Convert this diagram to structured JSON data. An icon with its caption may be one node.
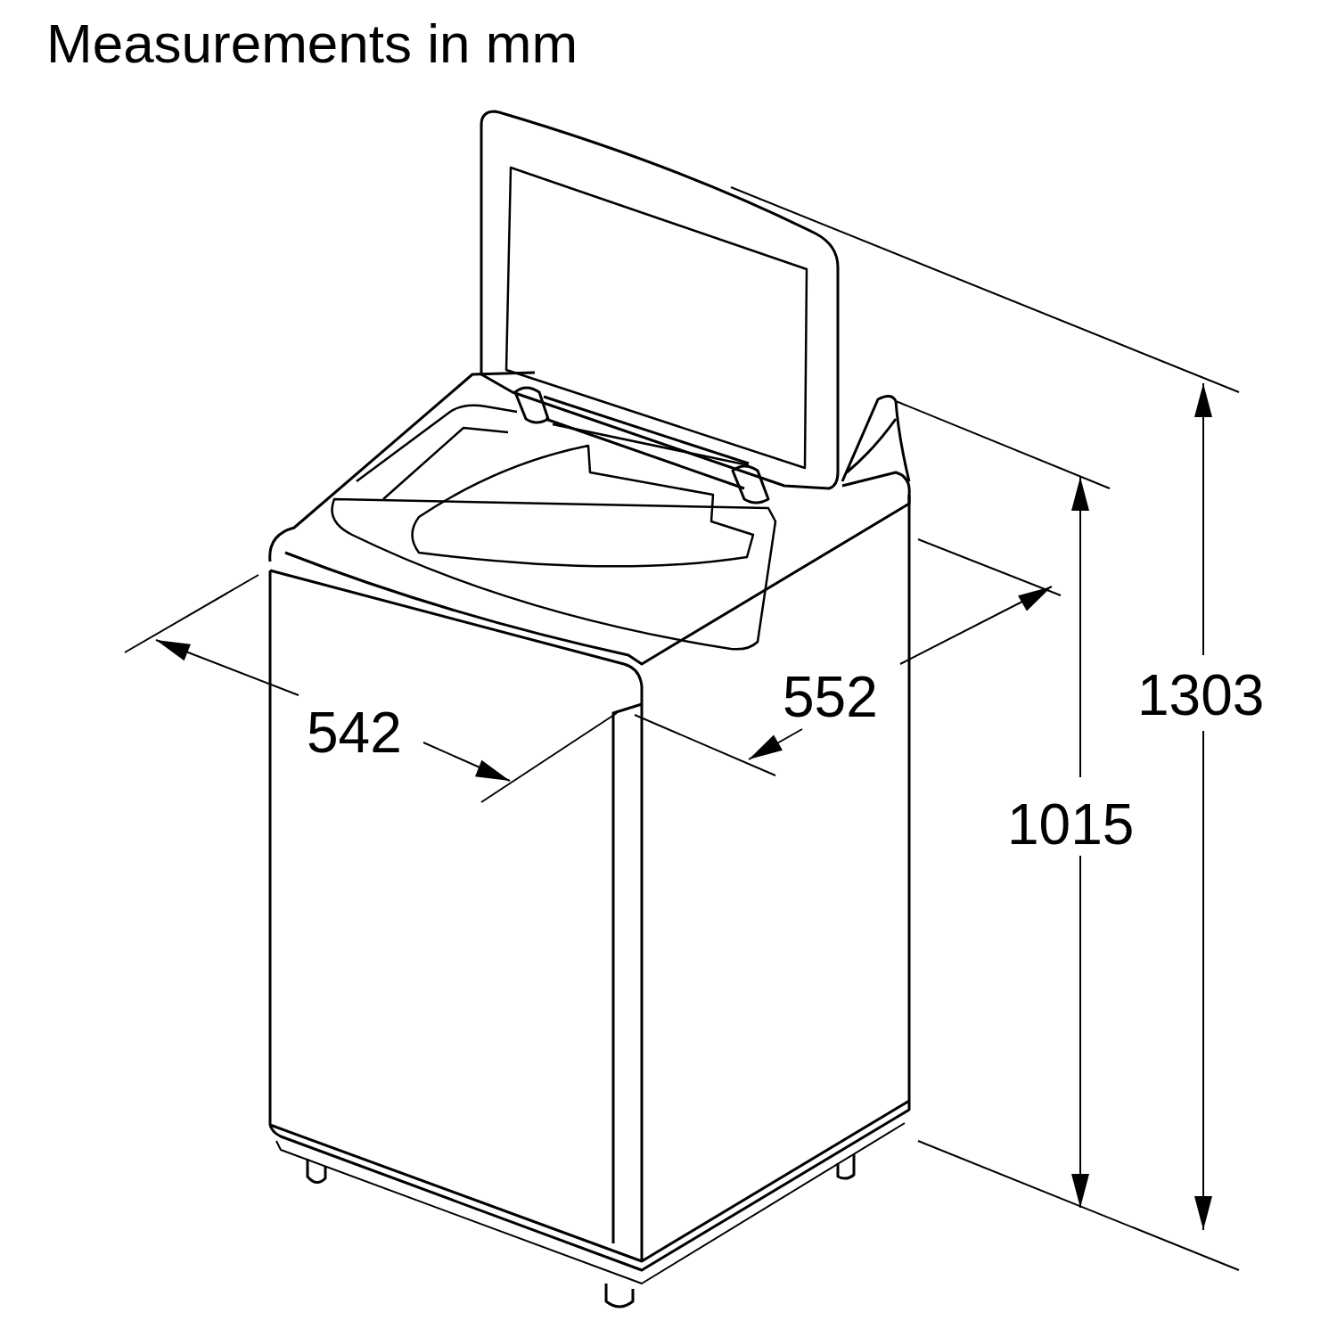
{
  "diagram": {
    "title": "Measurements in mm",
    "labels": [
      "542",
      "552",
      "1015",
      "1303"
    ]
  }
}
